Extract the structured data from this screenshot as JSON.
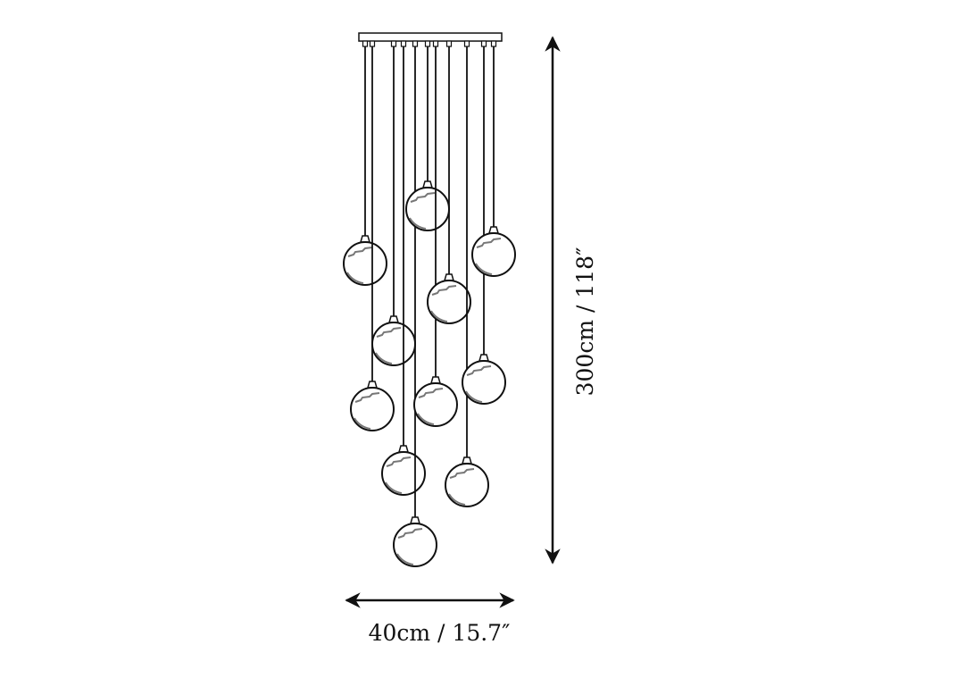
{
  "dimensions": {
    "height_label": "300cm / 118″",
    "width_label": "40cm / 15.7″"
  },
  "colors": {
    "line": "#111111",
    "shade": "#777777"
  },
  "pendant_count": 11
}
